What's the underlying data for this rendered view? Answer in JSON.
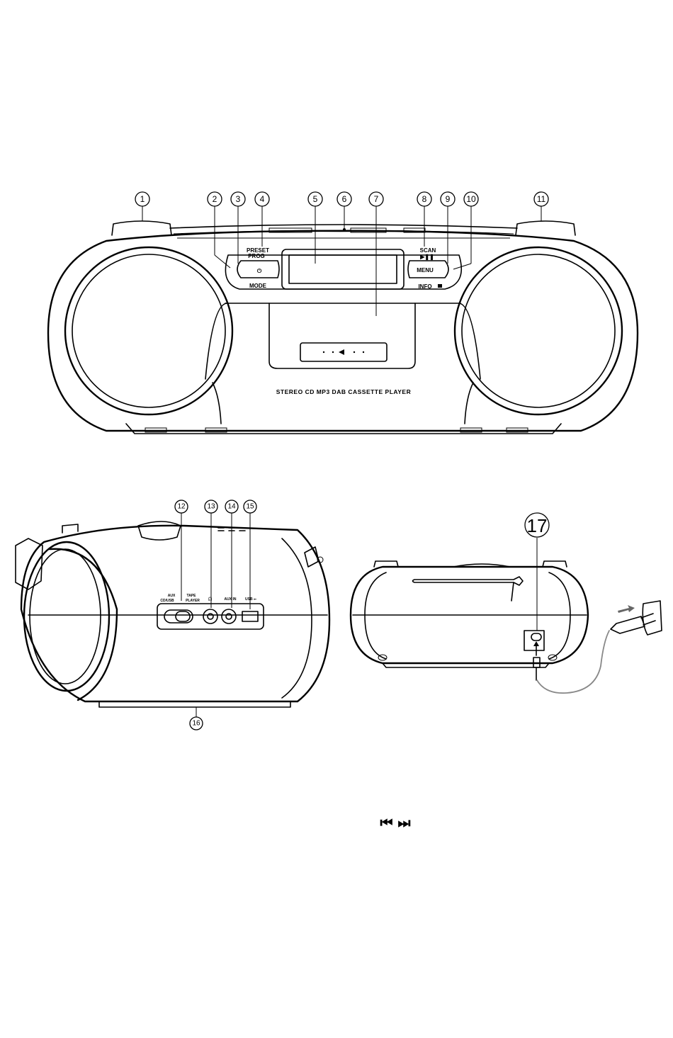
{
  "front_view": {
    "callouts": [
      "1",
      "2",
      "3",
      "4",
      "5",
      "6",
      "7",
      "8",
      "9",
      "10",
      "11"
    ],
    "labels": {
      "preset": "PRESET",
      "prog": "PROG",
      "mode": "MODE",
      "scan": "SCAN",
      "play_pause": "▶❚❚",
      "menu": "MENU",
      "info": "INFO",
      "power": "⏻",
      "product_name": "STEREO CD MP3 DAB CASSETTE PLAYER"
    }
  },
  "side_view": {
    "callouts": [
      "12",
      "13",
      "14",
      "15",
      "16"
    ],
    "labels": {
      "aux": "AUX",
      "cd_usb": "CD/USB",
      "tape": "TAPE",
      "player": "PLAYER",
      "headphones": "🎧",
      "aux_in": "AUX IN",
      "usb": "USB ⭠"
    }
  },
  "rear_view": {
    "callouts": [
      "17"
    ]
  },
  "nav_symbols": "⏮ ⏭",
  "colors": {
    "line": "#000000",
    "cord": "#888888",
    "background": "#ffffff"
  }
}
